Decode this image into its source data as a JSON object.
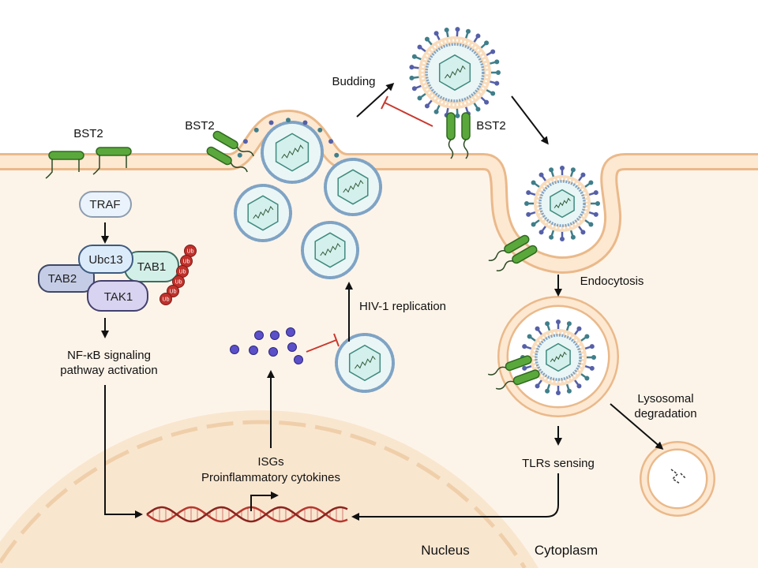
{
  "colors": {
    "membrane": "#eab98a",
    "membrane_fill": "#fde8d2",
    "cytoplasm": "#fdf4e9",
    "nucleus": "#f9e6cf",
    "bst2": "#5aa83c",
    "capsid": "#d4f0ec",
    "vesicle_dots": "#7fa3c4",
    "spike_a": "#5560a8",
    "spike_b": "#3f7e8a",
    "ub": "#c0312b",
    "dna": "#b8372e",
    "cytokine": "#5b50c8",
    "inhibit": "#c8392e"
  },
  "labels": {
    "bst2_left": "BST2",
    "bst2_mid": "BST2",
    "bst2_right": "BST2",
    "budding": "Budding",
    "traf": "TRAF",
    "ubc13": "Ubc13",
    "tab1": "TAB1",
    "tab2": "TAB2",
    "tak1": "TAK1",
    "ub": "Ub",
    "nfkb_line1": "NF-κB signaling",
    "nfkb_line2": "pathway activation",
    "hiv_replication": "HIV-1 replication",
    "endocytosis": "Endocytosis",
    "lysosomal_line1": "Lysosomal",
    "lysosomal_line2": "degradation",
    "tlrs": "TLRs sensing",
    "isgs": "ISGs",
    "cytokines": "Proinflammatory cytokines",
    "nucleus": "Nucleus",
    "cytoplasm": "Cytoplasm"
  }
}
